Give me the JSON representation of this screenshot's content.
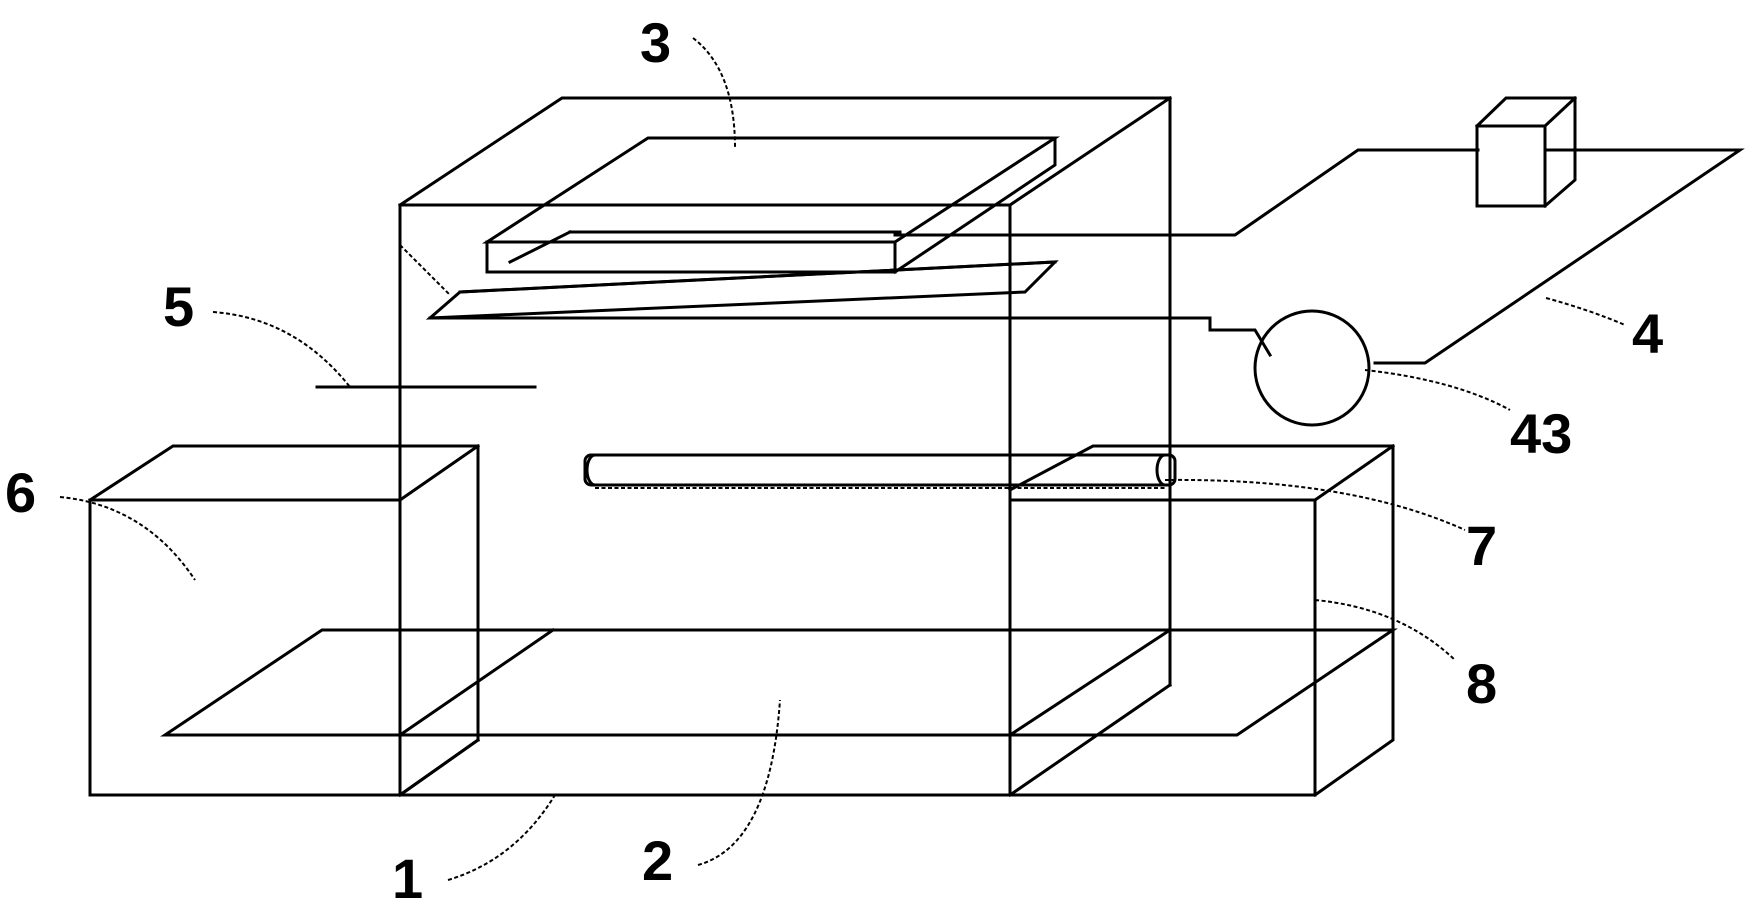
{
  "figure": {
    "labels": {
      "housing": "1",
      "tray": "2",
      "top_plate": "3",
      "pipe": "4",
      "sensor_bar": "5",
      "left_box": "6",
      "spray_tube": "7",
      "right_box": "8",
      "blower": "43"
    }
  },
  "colors": {
    "stroke": "#000000",
    "background": "#ffffff"
  }
}
